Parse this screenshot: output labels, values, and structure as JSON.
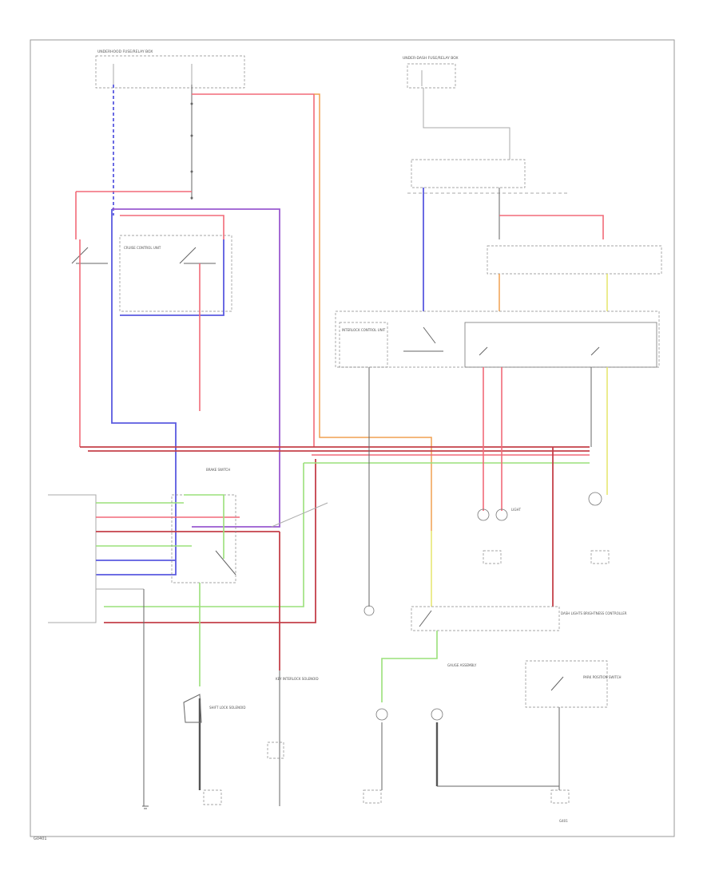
{
  "figure_id": "G0401",
  "components": {
    "tl_fuse_box": "UNDERHOOD FUSE/RELAY BOX",
    "rt_fuse_box": "UNDER-DASH FUSE/RELAY BOX",
    "left_module": "CRUISE CONTROL UNIT",
    "interlock": "INTERLOCK CONTROL UNIT",
    "brake_switch": "BRAKE SWITCH",
    "shift_lock": "SHIFT LOCK SOLENOID",
    "park_switch": "PARK POSITION SWITCH",
    "key_interlock": "KEY INTERLOCK SOLENOID",
    "dash_lights": "DASH LIGHTS BRIGHTNESS CONTROLLER",
    "gauge": "GAUGE ASSEMBLY",
    "light": "LIGHT",
    "ground": "G401"
  }
}
